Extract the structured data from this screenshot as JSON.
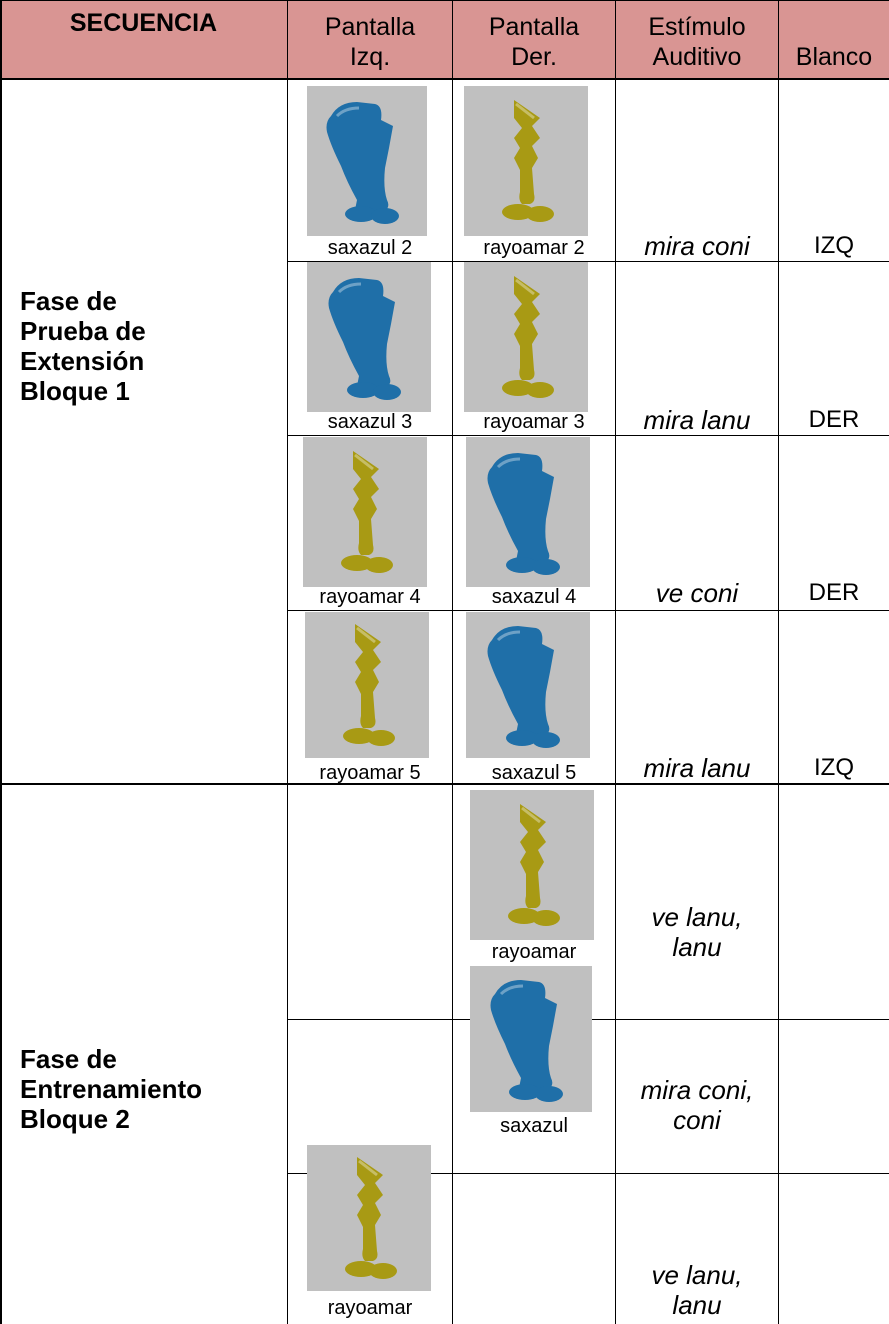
{
  "header": {
    "secuencia": "SECUENCIA",
    "pantalla_izq_1": "Pantalla",
    "pantalla_izq_2": "Izq.",
    "pantalla_der_1": "Pantalla",
    "pantalla_der_2": "Der.",
    "estimulo_1": "Estímulo",
    "estimulo_2": "Auditivo",
    "blanco": "Blanco"
  },
  "colors": {
    "header_bg": "#d99593",
    "thumb_bg": "#c0c0c0",
    "saxazul": "#1f6fa8",
    "rayoamar": "#a89a14"
  },
  "phases": [
    {
      "lines": [
        "Fase de",
        "Prueba de",
        "Extensión",
        "Bloque 1"
      ],
      "trials": [
        {
          "left_icon": "saxazul-figure-icon",
          "left_caption": "saxazul 2",
          "right_icon": "rayoamar-figure-icon",
          "right_caption": "rayoamar 2",
          "stimulus_1": "mira coni",
          "stimulus_2": "",
          "target": "IZQ"
        },
        {
          "left_icon": "saxazul-figure-icon",
          "left_caption": "saxazul 3",
          "right_icon": "rayoamar-figure-icon",
          "right_caption": "rayoamar 3",
          "stimulus_1": "mira lanu",
          "stimulus_2": "",
          "target": "DER"
        },
        {
          "left_icon": "rayoamar-figure-icon",
          "left_caption": "rayoamar 4",
          "right_icon": "saxazul-figure-icon",
          "right_caption": "saxazul 4",
          "stimulus_1": "ve coni",
          "stimulus_2": "",
          "target": "DER"
        },
        {
          "left_icon": "rayoamar-figure-icon",
          "left_caption": "rayoamar 5",
          "right_icon": "saxazul-figure-icon",
          "right_caption": "saxazul 5",
          "stimulus_1": "mira lanu",
          "stimulus_2": "",
          "target": "IZQ"
        }
      ]
    },
    {
      "lines": [
        "Fase de",
        "Entrenamiento",
        "Bloque 2"
      ],
      "trials": [
        {
          "left_icon": "",
          "left_caption": "",
          "right_icon": "rayoamar-figure-icon",
          "right_caption": "rayoamar",
          "stimulus_1": "ve lanu,",
          "stimulus_2": "lanu",
          "target": ""
        },
        {
          "left_icon": "",
          "left_caption": "",
          "right_icon": "saxazul-figure-icon",
          "right_caption": "saxazul",
          "stimulus_1": "mira coni,",
          "stimulus_2": "coni",
          "target": ""
        },
        {
          "left_icon": "rayoamar-figure-icon",
          "left_caption": "rayoamar",
          "right_icon": "",
          "right_caption": "",
          "stimulus_1": "ve lanu,",
          "stimulus_2": "lanu",
          "target": ""
        }
      ]
    }
  ]
}
